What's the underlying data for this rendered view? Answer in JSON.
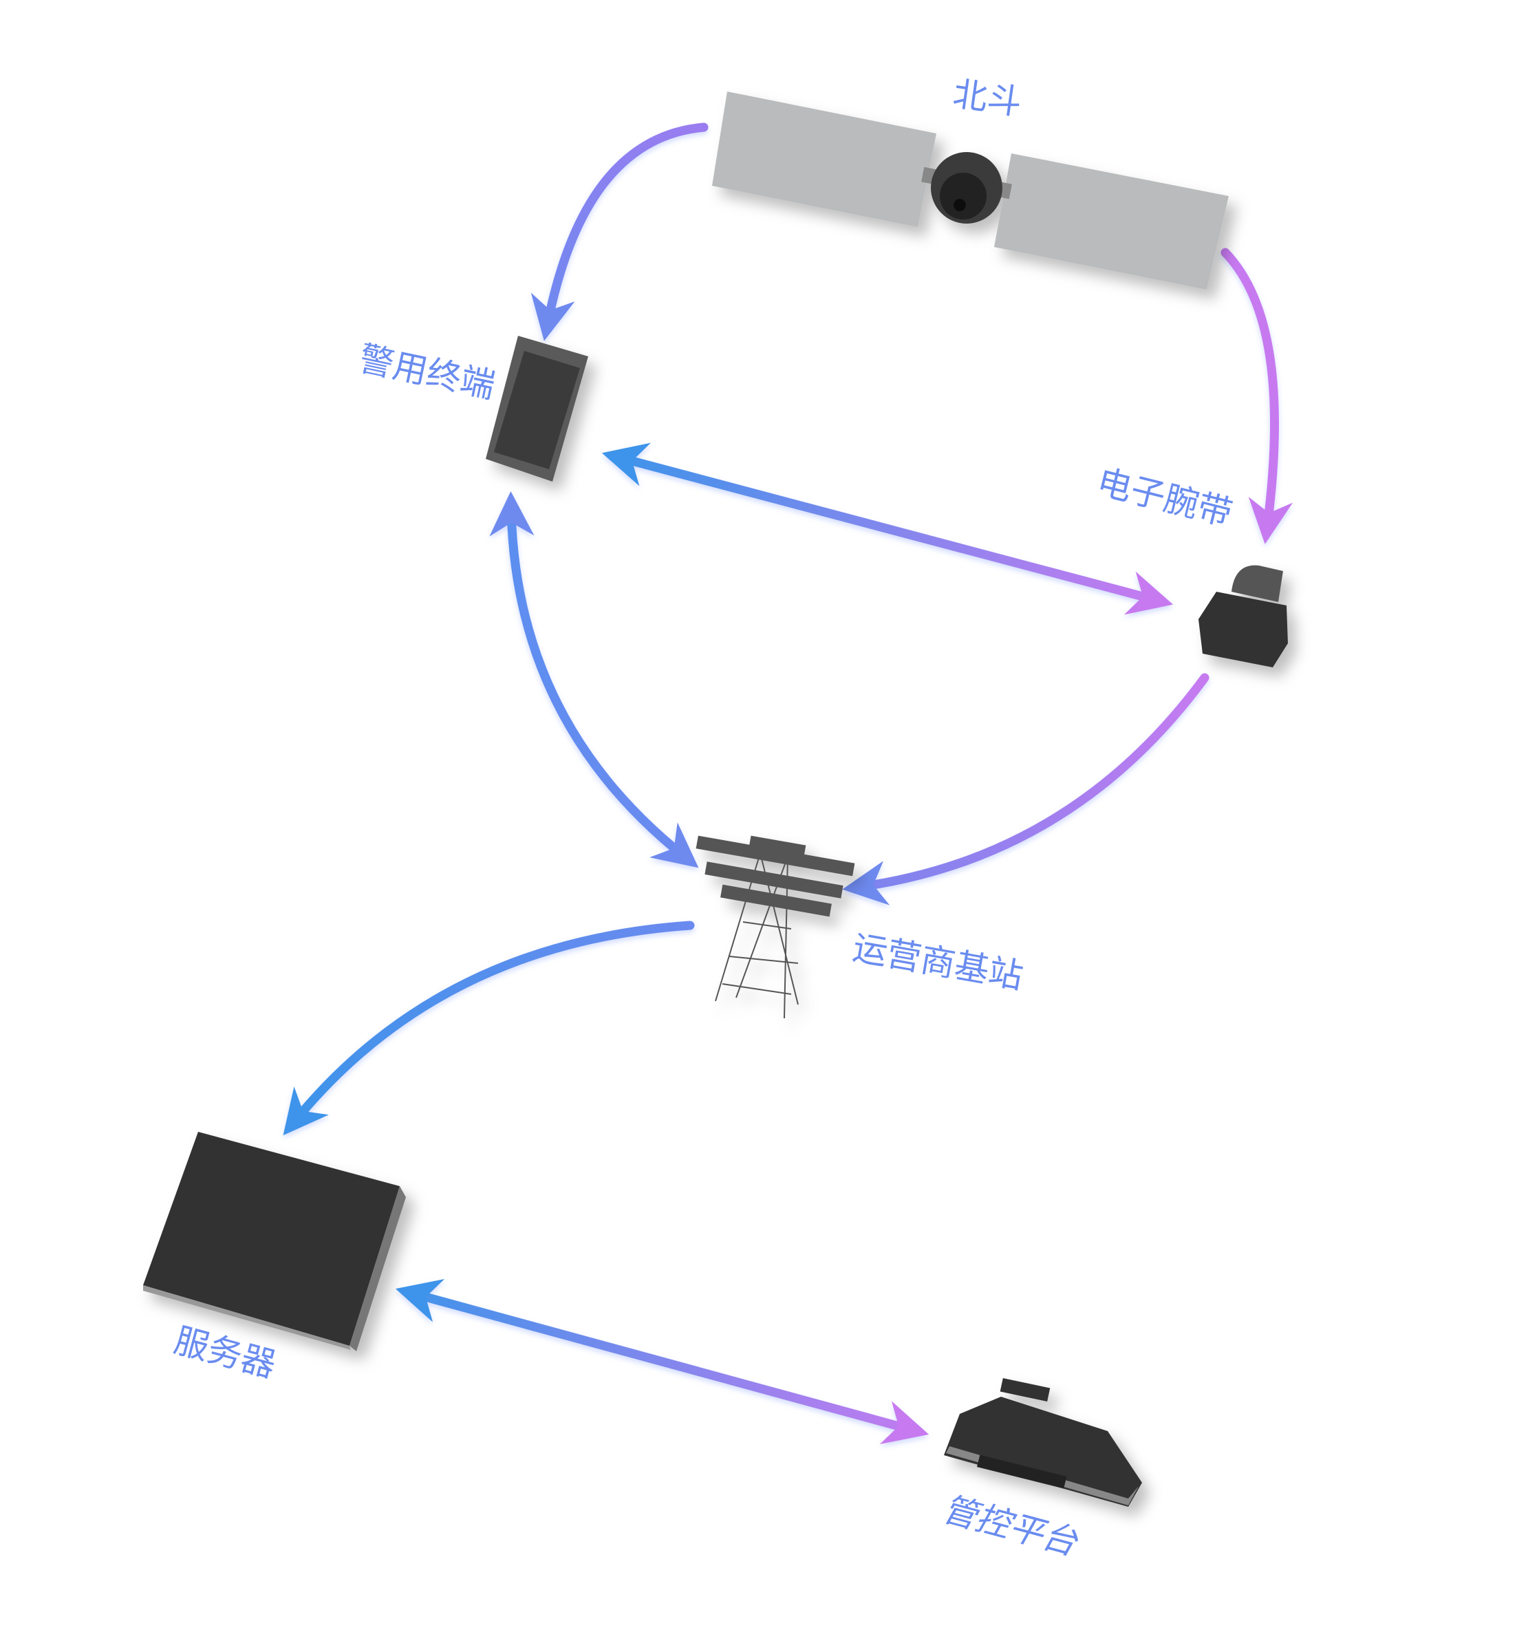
{
  "nodes": {
    "satellite": {
      "label": "北斗"
    },
    "phone": {
      "label": "警用终端"
    },
    "wristband": {
      "label": "电子腕带"
    },
    "tower": {
      "label": "运营商基站"
    },
    "server": {
      "label": "服务器"
    },
    "platform": {
      "label": "管控平台"
    }
  },
  "colors": {
    "blue": "#3d94ea",
    "purple": "#c77af0",
    "indigo": "#7b84ee",
    "label": "#6a8cef",
    "device": "#3a3a3a",
    "panel": "#b9bbbc"
  }
}
